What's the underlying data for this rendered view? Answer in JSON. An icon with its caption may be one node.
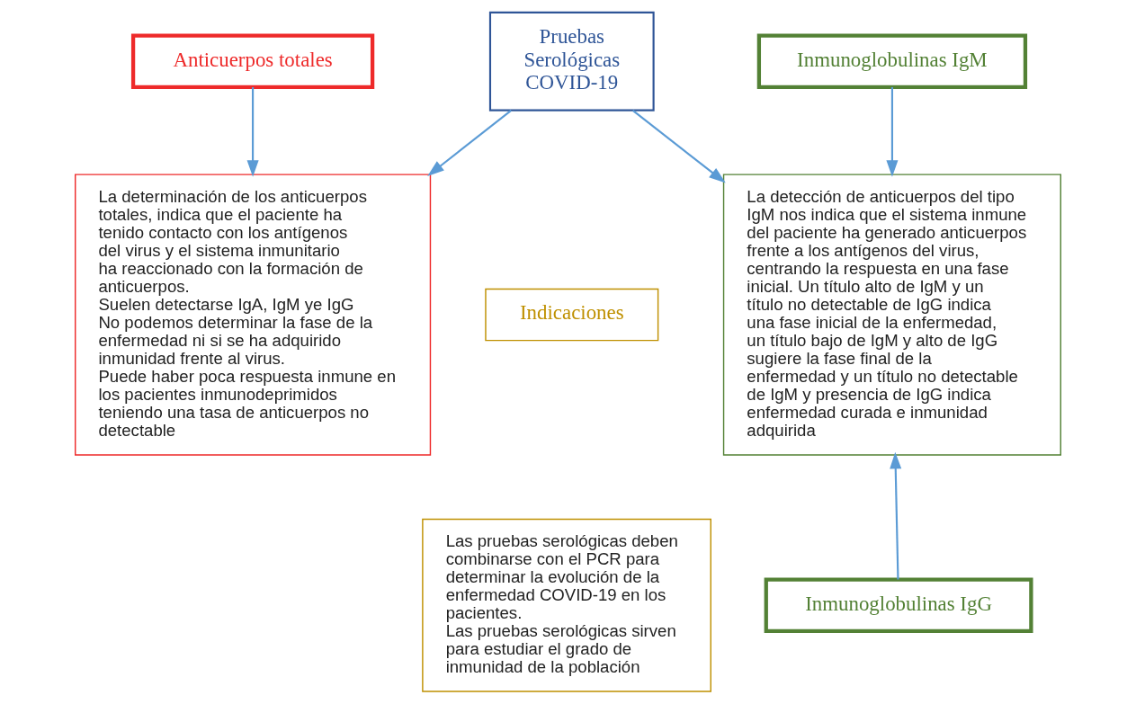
{
  "diagram": {
    "nodes": [
      {
        "text": [
          "Anticuerpos totales"
        ]
      },
      {
        "text": [
          "La determinación de los anticuerpos totales, indica que el paciente ha tenido contacto con los antígenos del virus y el sistema inmunitario ha reaccionado con la formación de anticuerpos.",
          "Suelen detectarse IgA, IgM ye IgG",
          "No podemos determinar la fase de la enfermedad ni si se ha adquirido inmunidad frente al virus.",
          "Puede haber poca respuesta inmune en los pacientes inmunodeprimidos teniendo una tasa de anticuerpos no detectable"
        ]
      },
      {
        "text": [
          "Inmunoglobulinas IgM"
        ]
      },
      {
        "text": [
          "La detección de anticuerpos del tipo IgM nos indica que el sistema inmune del paciente ha generado anticuerpos frente a los antígenos del virus, centrando la respuesta en una fase inicial. Un título alto de IgM y un título no detectable de IgG indica una fase inicial de la enfermedad, un título bajo de IgM y alto de IgG sugiere la fase final de la enfermedad y un título no detectable de IgM y presencia de IgG indica enfermedad curada e inmunidad adquirida"
        ]
      },
      {
        "text": [
          "Pruebas Serológicas COVID-19"
        ]
      },
      {
        "text": [
          "Indicaciones"
        ]
      },
      {
        "text": [
          "Las pruebas serológicas deben combinarse con el PCR para determinar la evolución de la enfermedad COVID-19 en los pacientes.",
          "Las pruebas serológicas sirven para estudiar el grado de inmunidad de la población"
        ]
      },
      {
        "text": [
          "Inmunoglobulinas IgG"
        ]
      }
    ],
    "edges": [
      {
        "from": 0,
        "to": 1,
        "arrow": "to"
      },
      {
        "from": 2,
        "to": 3,
        "arrow": "to"
      },
      {
        "from": 4,
        "to": 1,
        "arrow": "to"
      },
      {
        "from": 4,
        "to": 3,
        "arrow": "to"
      },
      {
        "from": 7,
        "to": 3,
        "arrow": "to"
      }
    ]
  }
}
